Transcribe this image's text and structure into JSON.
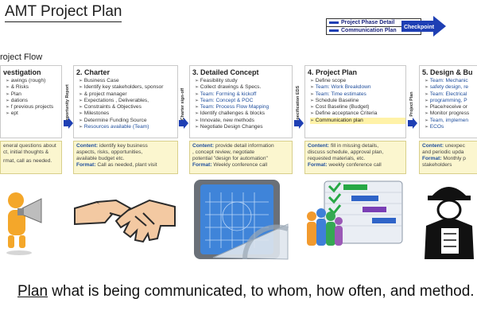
{
  "header": {
    "title": "AMT Project Plan",
    "flow_label": "roject Flow"
  },
  "legend": {
    "phase_detail": "Project Phase Detail",
    "communication_plan": "Communication Plan",
    "checkpoint": "Checkpoint"
  },
  "gates": [
    "Opportunity Report",
    "Charter sign-off",
    "Specification EDS",
    "Project Plan"
  ],
  "phases": [
    {
      "title": "vestigation",
      "items": [
        {
          "text": "awings (rough)",
          "kind": ""
        },
        {
          "text": "& Risks",
          "kind": ""
        },
        {
          "text": "Plan",
          "kind": ""
        },
        {
          "text": "dations",
          "kind": ""
        },
        {
          "text": "f previous projects",
          "kind": ""
        },
        {
          "text": "ept",
          "kind": ""
        }
      ],
      "content": "eneral questions about",
      "content2": "ct, initial thoughts &",
      "format": "rmat, call as needed."
    },
    {
      "title": "2. Charter",
      "items": [
        {
          "text": "Business Case",
          "kind": ""
        },
        {
          "text": "Identify key stakeholders, sponsor",
          "kind": ""
        },
        {
          "text": "& project manager",
          "kind": ""
        },
        {
          "text": "Expectations , Deliverables,",
          "kind": ""
        },
        {
          "text": "Constraints & Objectives",
          "kind": ""
        },
        {
          "text": "Milestones",
          "kind": ""
        },
        {
          "text": "Determine Funding Source",
          "kind": ""
        },
        {
          "text": "Resources available (Team)",
          "kind": "t"
        }
      ],
      "content_label": "Content:",
      "content": "identify key business",
      "content2": "aspects, risks, opportunities,",
      "content3": "available budget etc.",
      "format_label": "Format:",
      "format": "Call as needed, plant visit"
    },
    {
      "title": "3. Detailed Concept",
      "items": [
        {
          "text": "Feasibility study",
          "kind": ""
        },
        {
          "text": "Collect drawings & Specs.",
          "kind": ""
        },
        {
          "text": "Team: Forming & kickoff",
          "kind": "t"
        },
        {
          "text": "Team: Concept & POC",
          "kind": "t"
        },
        {
          "text": "Team: Process Flow Mapping",
          "kind": "t"
        },
        {
          "text": "Identify challenges & blocks",
          "kind": ""
        },
        {
          "text": "Innovate, new methods",
          "kind": ""
        },
        {
          "text": "Negotiate Design Changes",
          "kind": ""
        }
      ],
      "content_label": "Content:",
      "content": "provide detail information",
      "content2": ", concept review, negotiate",
      "content3": "potential \"design for automation\"",
      "format_label": "Format:",
      "format": "Weekly conference call"
    },
    {
      "title": "4. Project Plan",
      "items": [
        {
          "text": "Define scope",
          "kind": ""
        },
        {
          "text": "Team: Work Breakdown",
          "kind": "t"
        },
        {
          "text": "Team: Time estimates",
          "kind": "t"
        },
        {
          "text": "Schedule Baseline",
          "kind": ""
        },
        {
          "text": "Cost Baseline (Budget)",
          "kind": ""
        },
        {
          "text": "Define acceptance Criteria",
          "kind": ""
        },
        {
          "text": "Communication plan",
          "kind": "hl"
        }
      ],
      "content_label": "Content:",
      "content": "fill in missing details,",
      "content2": "discuss schedule, approval plan,",
      "content3": "requested materials, etc.",
      "format_label": "Format:",
      "format": "weekly conference call"
    },
    {
      "title": "5. Design & Bu",
      "items": [
        {
          "text": "Team: Mechanic",
          "kind": "t"
        },
        {
          "text": "safety design, re",
          "kind": "t"
        },
        {
          "text": "Team: Electrical",
          "kind": "t"
        },
        {
          "text": "programming, P",
          "kind": "t"
        },
        {
          "text": "Place/receive or",
          "kind": ""
        },
        {
          "text": "Monitor progress",
          "kind": ""
        },
        {
          "text": "Team, implemen",
          "kind": "t"
        },
        {
          "text": "ECOs",
          "kind": "t"
        }
      ],
      "content_label": "Content:",
      "content": "unexpec",
      "content2": "and periodic upda",
      "format_label": "Format:",
      "format": "Monthly p",
      "format2": "stakeholders"
    }
  ],
  "caption": {
    "lead": "Plan",
    "rest": " what is being communicated, to whom, how often, and method."
  },
  "colors": {
    "accent_blue": "#1e3fb4",
    "team_blue": "#1f4e9c",
    "band_fill": "#fbf6cf",
    "highlight": "#fff2a8"
  }
}
